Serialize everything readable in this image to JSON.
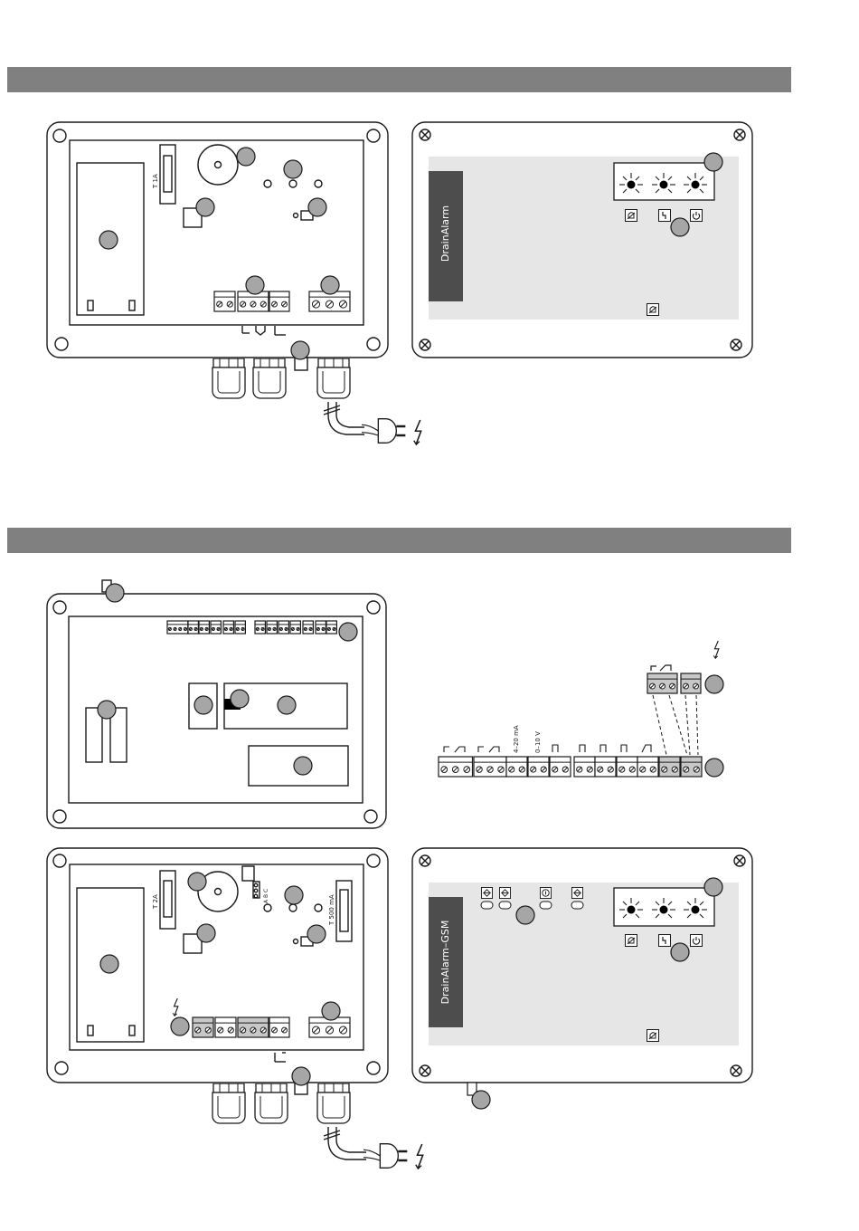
{
  "colors": {
    "section_bar": "#808080",
    "panel_fill": "#e6e6e6",
    "label_strip": "#4d4d4d",
    "callout_fill": "#a6a6a6",
    "terminal_grey": "#c8c8c8",
    "line": "#1a1a1a"
  },
  "figure1": {
    "fuse_label": "T 1A",
    "brand_label": "DrainAlarm"
  },
  "figure2": {
    "signal_labels": [
      "4–20 mA",
      "0–10 V"
    ],
    "fuse1_label": "T 2A",
    "fuse2_label": "T 500 mA",
    "jumper_label": "A B C",
    "brand_label": "DrainAlarm–GSM"
  },
  "icons": [
    "screw-icon",
    "power-plug-icon",
    "lightning-icon",
    "led-icon",
    "bell-icon",
    "fault-icon",
    "power-icon",
    "relay-contact-icon",
    "key-icon",
    "info-icon"
  ]
}
